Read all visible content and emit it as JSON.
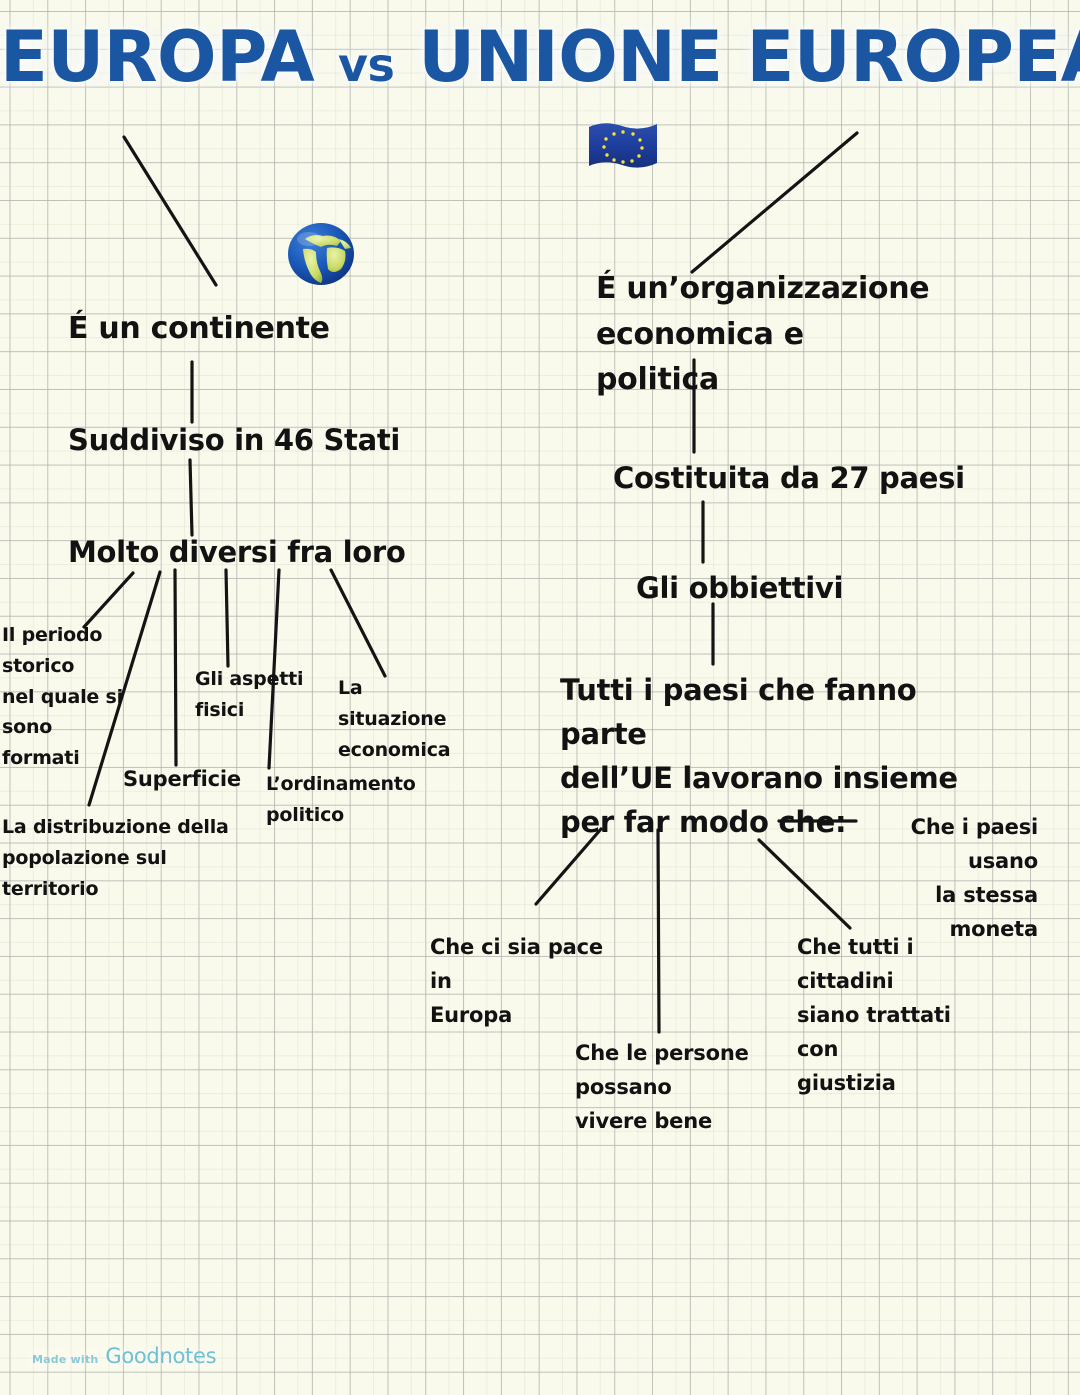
{
  "document": {
    "title_part1": "EUROPA",
    "title_vs": "vs",
    "title_part2": "UNIONE EUROPEA",
    "title_full": "EUROPA vs UNIONE EUROPEA",
    "title_color": "#1b56a2",
    "paper_color": "#fafaeb",
    "grid_line_color": "#b0b2ac",
    "ink_color": "#121212",
    "watermark_prefix": "Made with",
    "watermark_brand": "Goodnotes"
  },
  "icons": {
    "globe": "globe-europe-africa-emoji",
    "flag": "european-union-flag-emoji"
  },
  "diagram": {
    "type": "mind-map",
    "branches": [
      {
        "id": "europa",
        "side": "left",
        "nodes": [
          {
            "id": "continente",
            "label": "É un continente",
            "level": 1
          },
          {
            "id": "stati",
            "label": "Suddiviso in 46 Stati",
            "level": 2
          },
          {
            "id": "diversi",
            "label": "Molto diversi fra loro",
            "level": 2
          }
        ],
        "leaves": [
          {
            "id": "periodo-storico",
            "label": "Il periodo storico\nnel quale si sono\nformati"
          },
          {
            "id": "aspetti-fisici",
            "label": "Gli aspetti\nfisici"
          },
          {
            "id": "situazione-economica",
            "label": "La situazione\neconomica"
          },
          {
            "id": "superficie",
            "label": "Superficie"
          },
          {
            "id": "ordinamento-politico",
            "label": "L’ordinamento\npolitico"
          },
          {
            "id": "distribuzione-popolazione",
            "label": "La distribuzione della\npopolazione sul territorio"
          }
        ]
      },
      {
        "id": "unione-europea",
        "side": "right",
        "nodes": [
          {
            "id": "organizzazione",
            "label": "É un’organizzazione\neconomica e politica",
            "level": 1
          },
          {
            "id": "paesi",
            "label": "Costituita da 27 paesi",
            "level": 2
          },
          {
            "id": "obbiettivi",
            "label": "Gli obbiettivi",
            "level": 2
          },
          {
            "id": "lavorano-insieme",
            "label": "Tutti i paesi che fanno parte\ndell’UE lavorano insieme\nper far modo che:",
            "level": 2
          }
        ],
        "leaves": [
          {
            "id": "pace",
            "label": "Che ci sia pace in\nEuropa"
          },
          {
            "id": "vivere-bene",
            "label": "Che le persone possano\nvivere bene"
          },
          {
            "id": "giustizia",
            "label": "Che tutti i cittadini\nsiano trattati con\ngiustizia"
          },
          {
            "id": "moneta",
            "label": "Che i paesi usano\nla stessa moneta"
          }
        ]
      }
    ]
  }
}
